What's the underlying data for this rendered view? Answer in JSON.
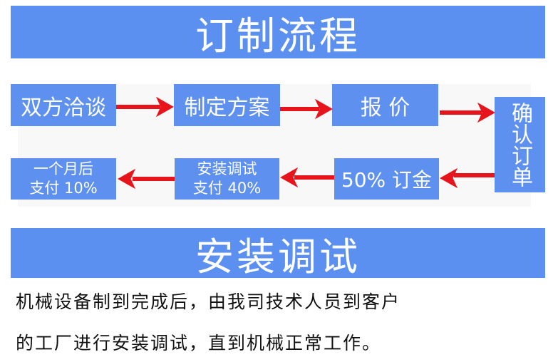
{
  "title": "订制流程",
  "steps": {
    "s1": "双方洽谈",
    "s2": "制定方案",
    "s3": "报 价",
    "s4": "确认订单",
    "s5": "50% 订金",
    "s6a": "安装调试",
    "s6b": "支付 40%",
    "s7a": "一个月后",
    "s7b": "支付 10%"
  },
  "section2_title": "安装调试",
  "description": [
    "机械设备制到完成后，由我司技术人员到客户",
    "的工厂进行安装调试，直到机械正常工作。"
  ],
  "colors": {
    "blue": "#5b8ff0",
    "arrow": "#e8141b"
  }
}
